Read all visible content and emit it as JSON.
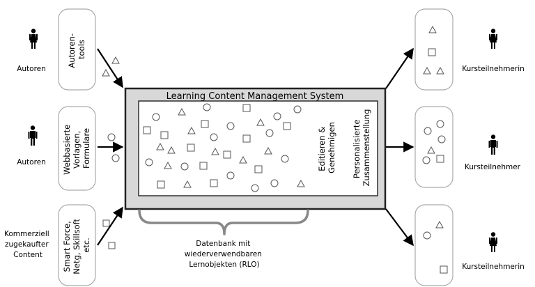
{
  "left": {
    "roles": [
      {
        "lines": [
          "Autoren"
        ]
      },
      {
        "lines": [
          "Autoren"
        ]
      },
      {
        "lines": [
          "Kommerziell",
          "zugekaufter",
          "Content"
        ]
      }
    ],
    "tools": [
      {
        "lines": [
          "Autoren-",
          "tools"
        ]
      },
      {
        "lines": [
          "Webbasierte",
          "Vorlagen,",
          "Formulare"
        ]
      },
      {
        "lines": [
          "Smart Force,",
          "Netg, Skillsoft",
          "etc."
        ]
      }
    ]
  },
  "system": {
    "title": "Learning Content Management System",
    "columns": [
      {
        "lines": [
          "Editieren &",
          "Genehmigen"
        ]
      },
      {
        "lines": [
          "Personalisierte",
          "Zusammenstellung"
        ]
      }
    ],
    "database_label": [
      "Datenbank mit",
      "wiederverwendbaren",
      "Lernobjekten (RLO)"
    ]
  },
  "right": {
    "learners": [
      {
        "label": "Kursteilnehmerin"
      },
      {
        "label": "Kursteilnehmer"
      },
      {
        "label": "Kursteilnehmerin"
      }
    ]
  },
  "colors": {
    "outer_fill": "#d8d8d8",
    "border": "#222222",
    "brace": "#888888",
    "shape_stroke": "#555555"
  },
  "icons": [
    "person-female-icon",
    "person-male-icon",
    "triangle-icon",
    "square-icon",
    "circle-icon"
  ]
}
